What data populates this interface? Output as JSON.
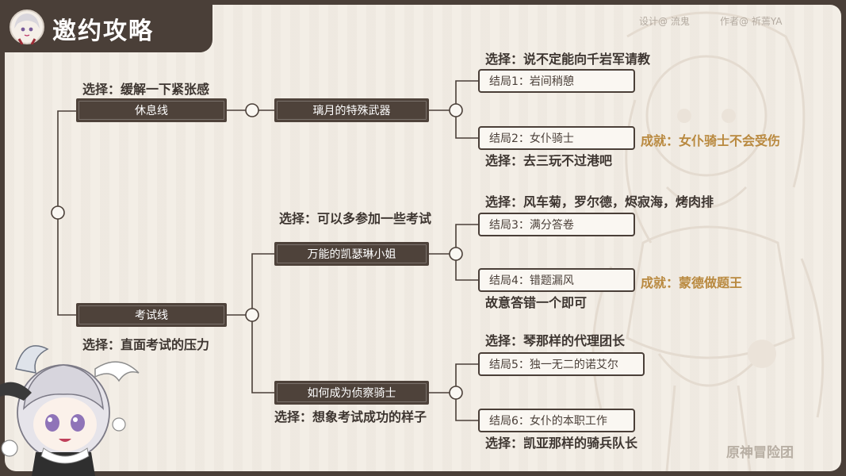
{
  "header": {
    "title": "邀约攻略",
    "design_credit": "设计@ 流鬼",
    "author_credit": "作者@ 祈蔫YA"
  },
  "lines": {
    "rest": {
      "label": "休息线",
      "choice": "选择：缓解一下紧张感"
    },
    "exam": {
      "label": "考试线",
      "choice": "选择：直面考试的压力"
    }
  },
  "branches": {
    "weapon": {
      "label": "璃月的特殊武器",
      "choice_top": "选择：说不定能向千岩军请教",
      "choice_bottom": "选择：去三玩不过港吧"
    },
    "katheryne": {
      "label": "万能的凯瑟琳小姐",
      "choice_in": "选择：可以多参加一些考试",
      "choice_top": "选择：风车菊，罗尔德，烬寂海，烤肉排",
      "choice_bottom": "故意答错一个即可"
    },
    "knight": {
      "label": "如何成为侦察骑士",
      "choice_in": "选择：想象考试成功的样子",
      "choice_top": "选择：琴那样的代理团长",
      "choice_bottom": "选择：凯亚那样的骑兵队长"
    }
  },
  "endings": [
    {
      "label": "结局1：岩间稍憩"
    },
    {
      "label": "结局2：女仆骑士",
      "achievement": "成就：女仆骑士不会受伤"
    },
    {
      "label": "结局3：满分答卷"
    },
    {
      "label": "结局4：错题漏风",
      "achievement": "成就：蒙德做题王"
    },
    {
      "label": "结局5：独一无二的诺艾尔"
    },
    {
      "label": "结局6：女仆的本职工作"
    }
  ],
  "watermark": "原神冒险团",
  "colors": {
    "frame": "#4a3f38",
    "paper": "#f3eee6",
    "node_dark": "#4e423a",
    "achievement": "#b9893f"
  }
}
